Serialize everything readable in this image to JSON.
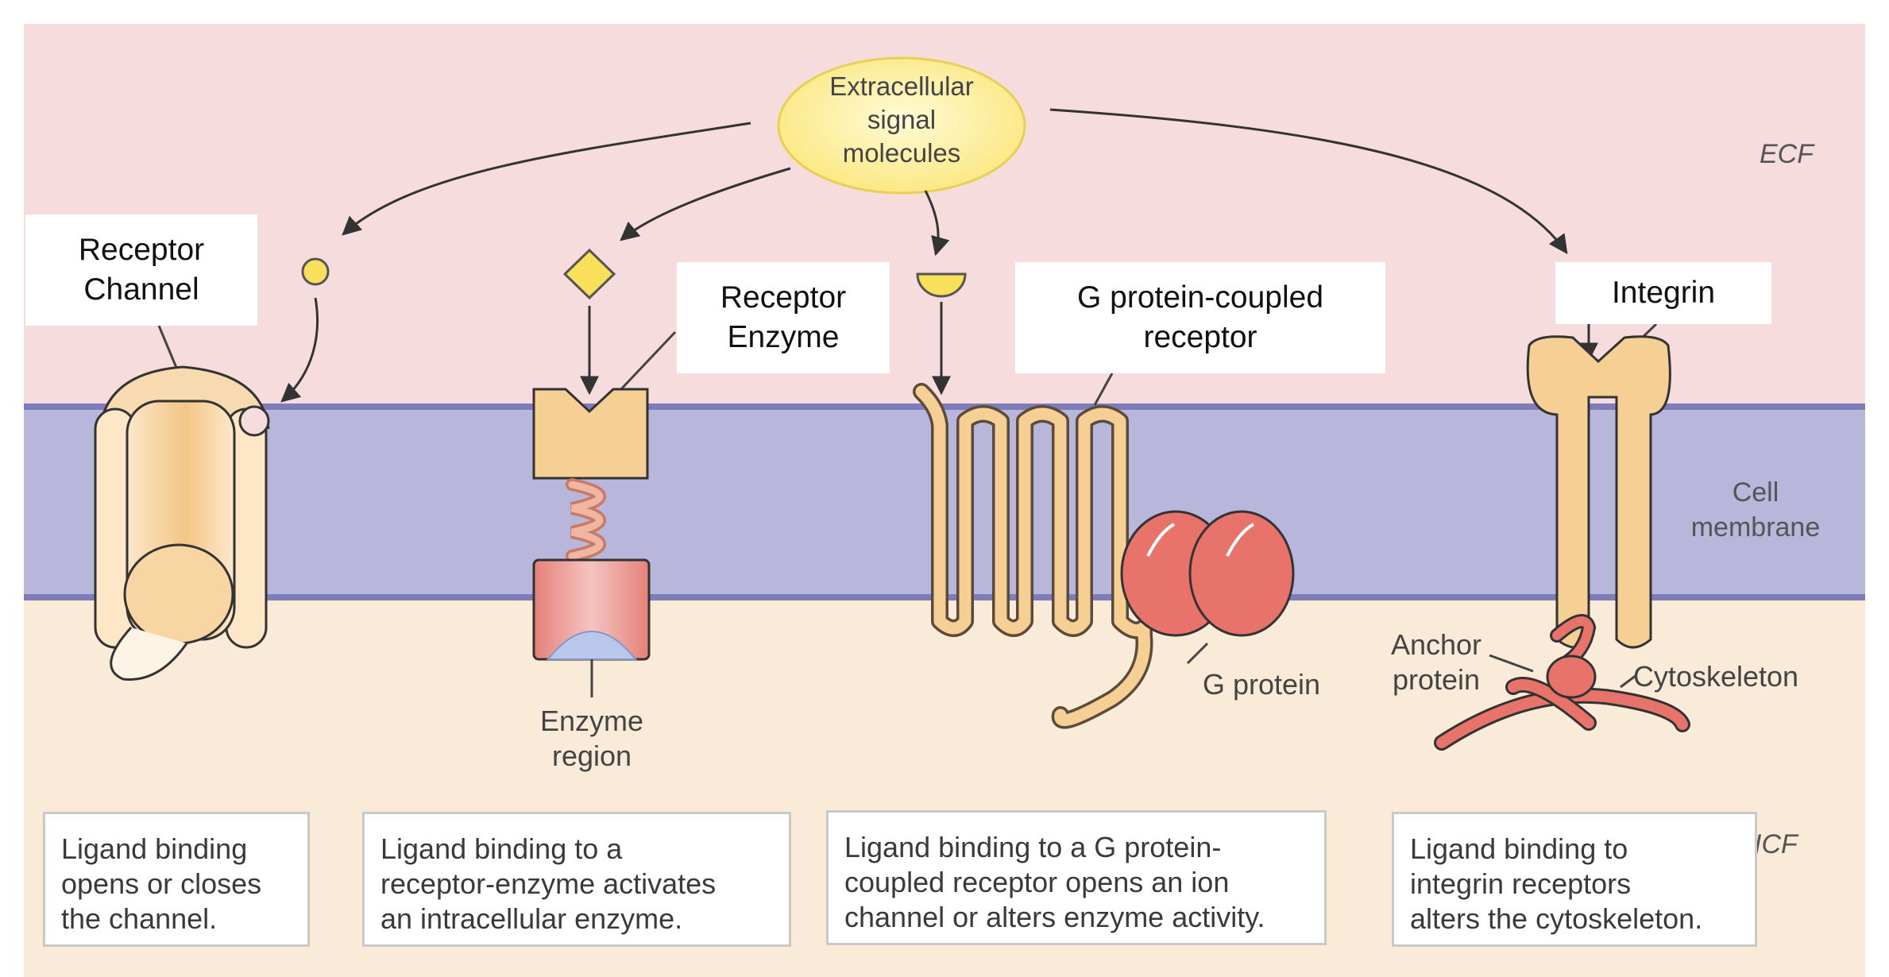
{
  "signal": {
    "text": "Extracellular\nsignal\nmolecules"
  },
  "regions": {
    "ecf": "ECF",
    "icf": "ICF",
    "membrane": "Cell\nmembrane"
  },
  "receptors": [
    {
      "label": "Receptor\nChannel",
      "description": "Ligand binding\nopens or closes\nthe channel."
    },
    {
      "label": "Receptor\nEnzyme",
      "description": "Ligand binding to a\nreceptor-enzyme activates\nan intracellular enzyme."
    },
    {
      "label": "G protein-coupled\nreceptor",
      "description": "Ligand binding to a G protein-\ncoupled receptor opens an ion\nchannel or alters enzyme activity."
    },
    {
      "label": "Integrin",
      "description": "Ligand binding to\nintegrin receptors\nalters the cytoskeleton."
    }
  ],
  "parts": {
    "enzyme_region": "Enzyme\nregion",
    "g_protein": "G protein",
    "anchor_protein": "Anchor\nprotein",
    "cytoskeleton": "Cytoskeleton"
  },
  "colors": {
    "ecf": "#f6dcdc",
    "membrane": "#b8b6db",
    "icf": "#faebd9",
    "signal": "#fff19a",
    "protein": "#f6cf95",
    "g_protein": "#e8736b"
  }
}
